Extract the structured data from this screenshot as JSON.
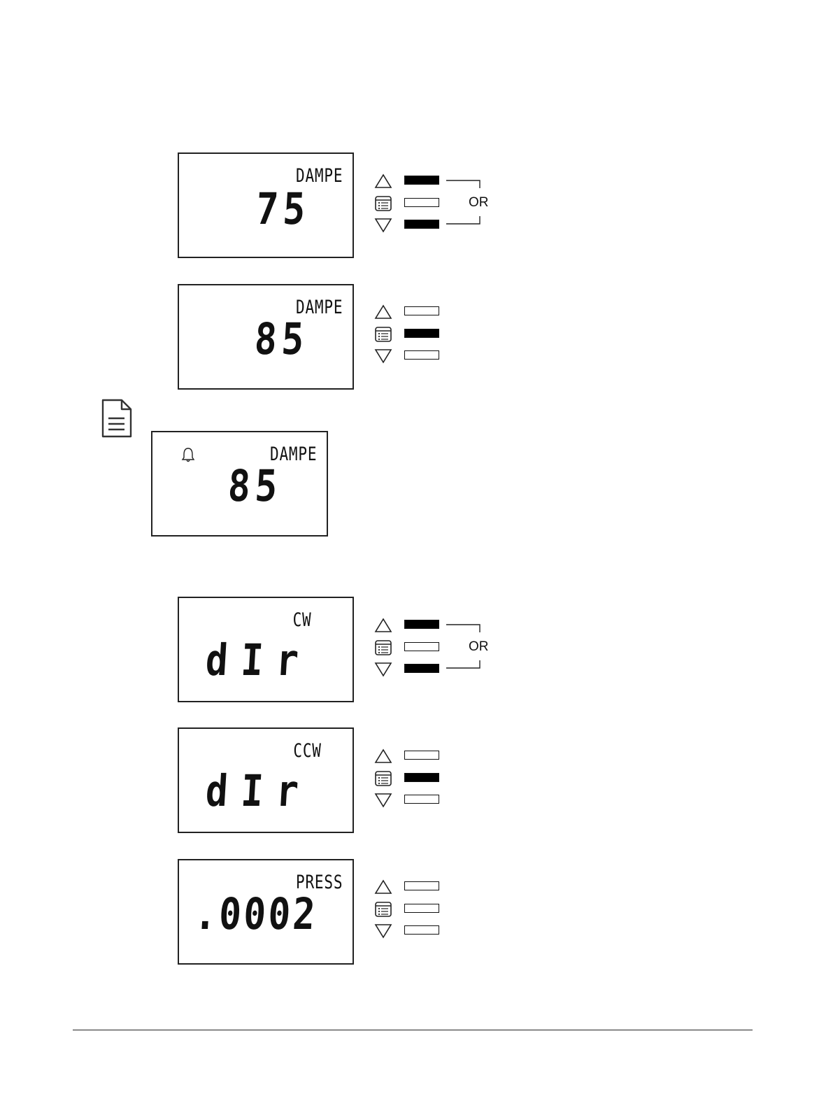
{
  "screens": [
    {
      "label": "DAMPE",
      "value": "75"
    },
    {
      "label": "DAMPE",
      "value": "85"
    },
    {
      "label": "DAMPE",
      "value": "85"
    },
    {
      "label": "CW",
      "value": "dIr"
    },
    {
      "label": "CCW",
      "value": "dIr"
    },
    {
      "label": "PRESS",
      "value": ".0002"
    }
  ],
  "keypads": [
    {
      "up": true,
      "menu": false,
      "down": true,
      "or_label": "OR"
    },
    {
      "up": false,
      "menu": true,
      "down": false
    },
    {
      "up": true,
      "menu": false,
      "down": true,
      "or_label": "OR"
    },
    {
      "up": false,
      "menu": true,
      "down": false
    },
    {
      "up": false,
      "menu": false,
      "down": false
    }
  ],
  "icons": {
    "up": "up-triangle-icon",
    "menu": "menu-list-icon",
    "down": "down-triangle-icon",
    "note": "document-note-icon",
    "alarm": "bell-icon"
  }
}
